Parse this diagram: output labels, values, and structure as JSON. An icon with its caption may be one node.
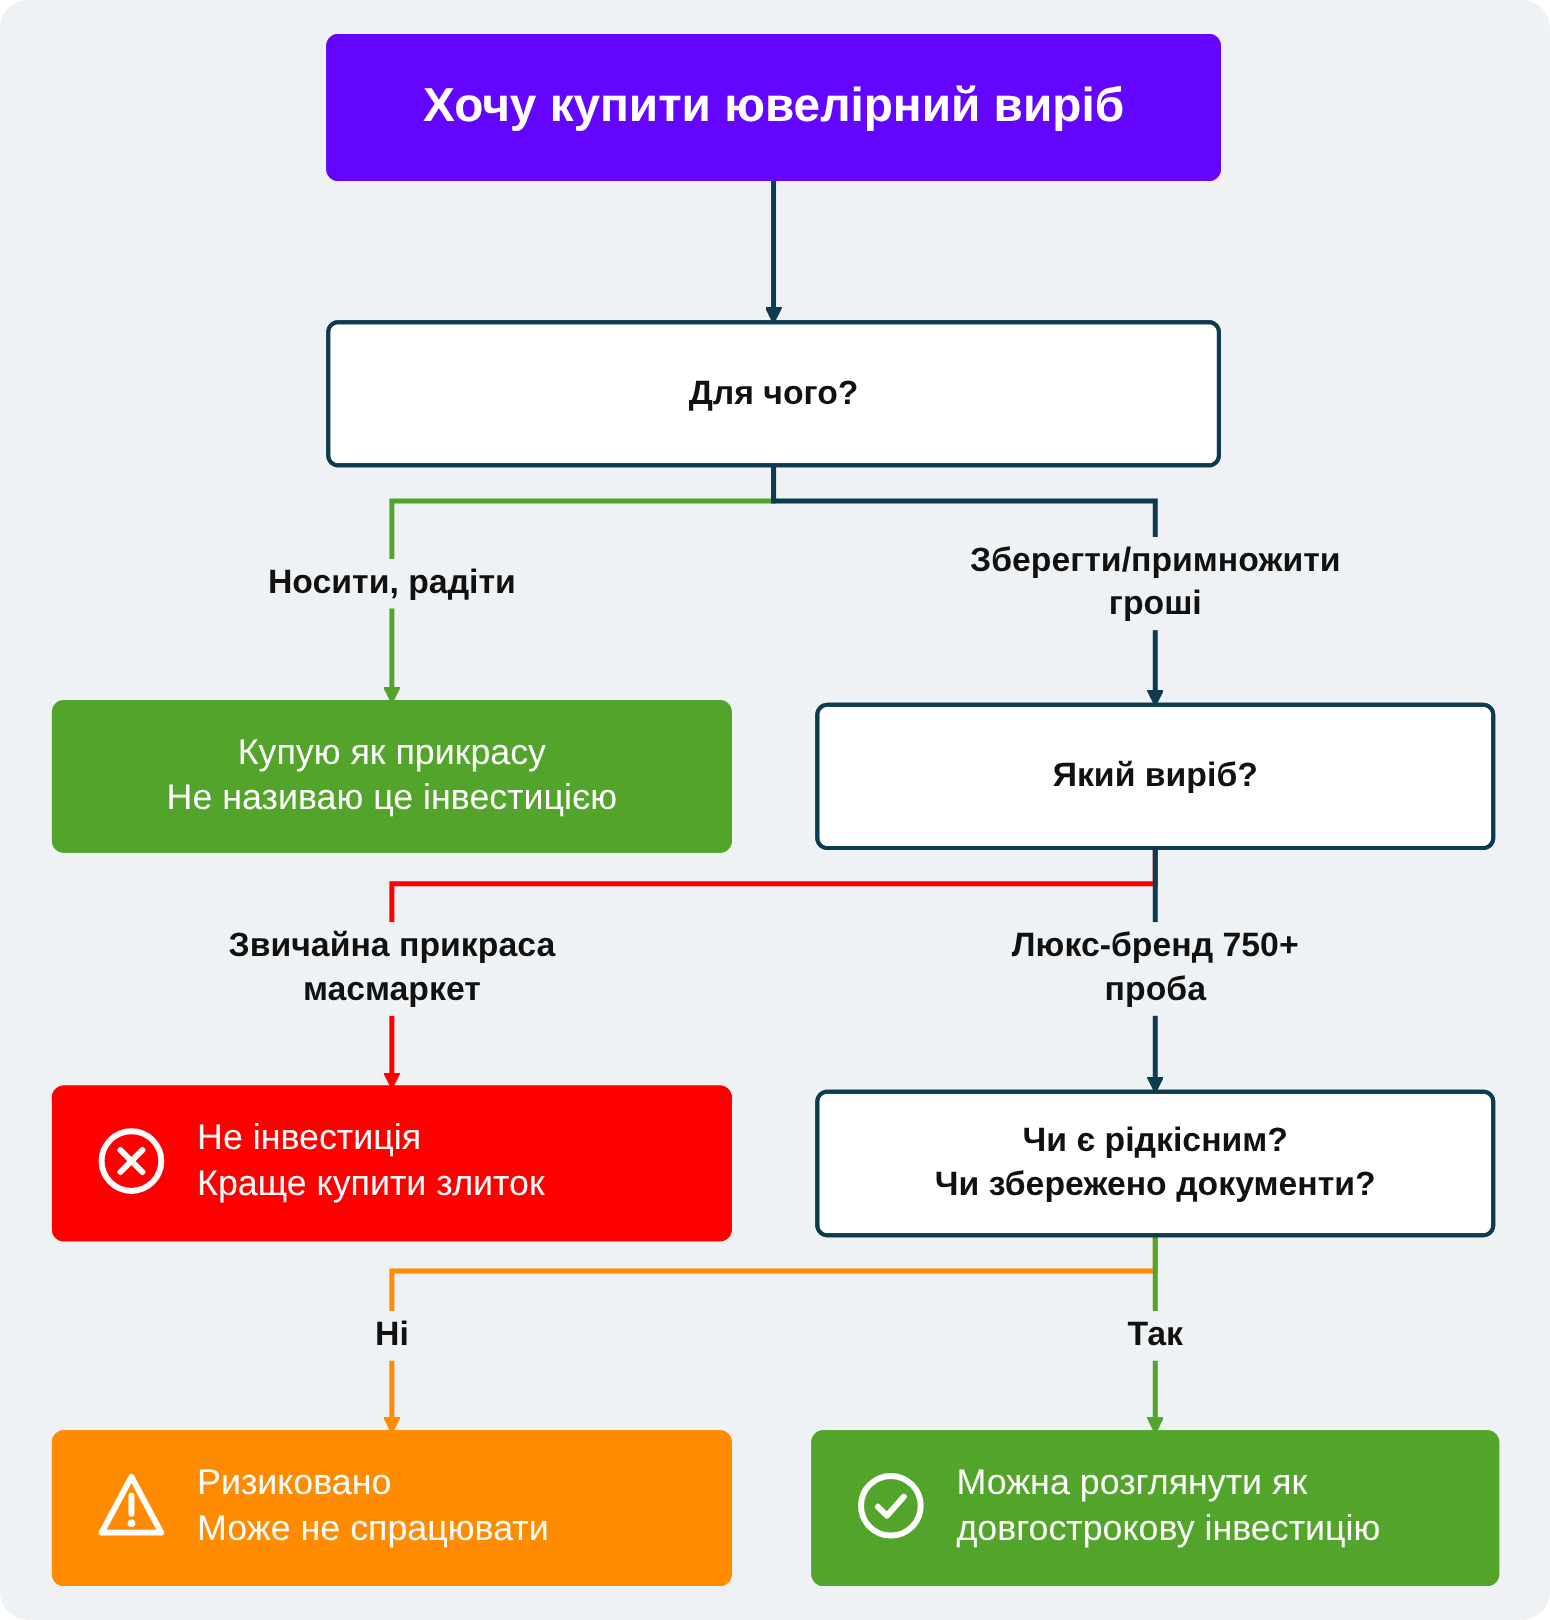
{
  "diagram": {
    "nodes": [
      {
        "text": [
          "Хочу купити ювелірний виріб"
        ]
      },
      {
        "text": [
          "Для чого?"
        ]
      },
      {
        "text": [
          "Купую як прикрасу",
          "Не називаю це інвестицією"
        ]
      },
      {
        "text": [
          "Який виріб?"
        ]
      },
      {
        "text": [
          "Не інвестиція",
          "Краще купити злиток"
        ]
      },
      {
        "text": [
          "Чи є рідкісним?",
          "Чи збережено документи?"
        ]
      },
      {
        "text": [
          "Ризиковано",
          "Може не спрацювати"
        ]
      },
      {
        "text": [
          "Можна розглянути як довгострокову інвестицію"
        ]
      }
    ],
    "edges": [
      {
        "from": 0,
        "to": 1,
        "arrow": "to"
      },
      {
        "from": 1,
        "to": 2,
        "arrow": "to",
        "label": "Носити, радіти",
        "color": "#52a52a"
      },
      {
        "from": 1,
        "to": 3,
        "arrow": "to",
        "label": "Зберегти/примножити гроші"
      },
      {
        "from": 3,
        "to": 4,
        "arrow": "to",
        "label": "Звичайна прикраса масмаркет",
        "color": "#ff0000"
      },
      {
        "from": 3,
        "to": 5,
        "arrow": "to",
        "label": "Люкс-бренд 750+ проба"
      },
      {
        "from": 5,
        "to": 6,
        "arrow": "to",
        "label": "Ні",
        "color": "#ff8c00"
      },
      {
        "from": 5,
        "to": 7,
        "arrow": "to",
        "label": "Так",
        "color": "#52a52a"
      }
    ]
  }
}
